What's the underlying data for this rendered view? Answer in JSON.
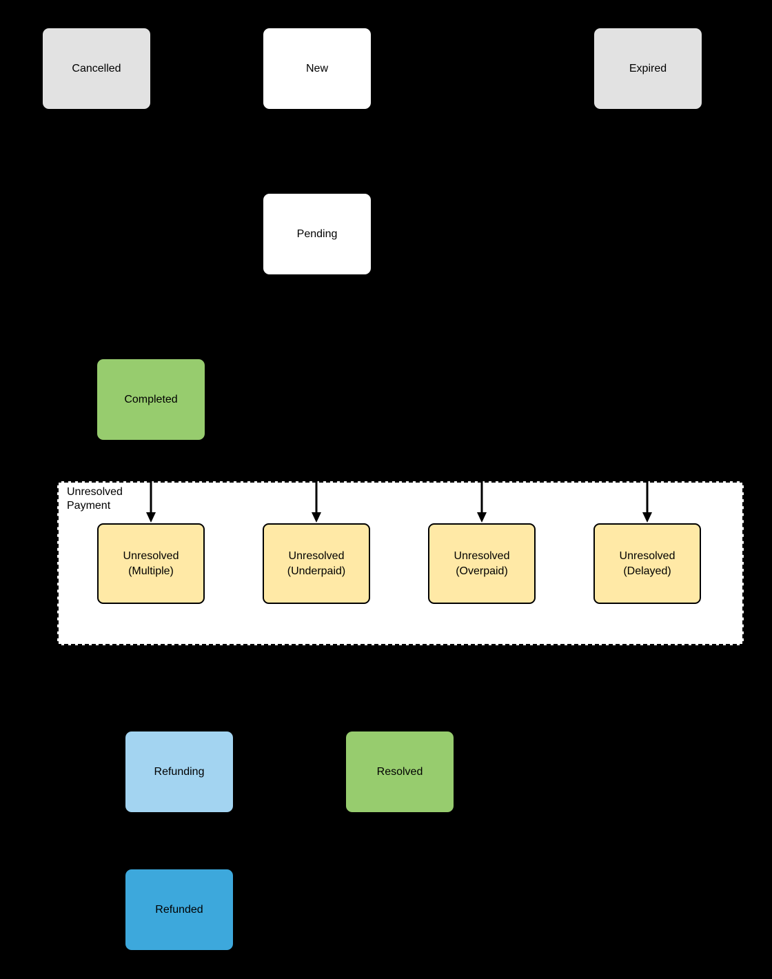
{
  "diagram": {
    "type": "state-flowchart",
    "background": "#000000",
    "nodes": {
      "cancelled": {
        "label": "Cancelled",
        "fill": "#E2E2E2"
      },
      "new": {
        "label": "New",
        "fill": "#FFFFFF"
      },
      "expired": {
        "label": "Expired",
        "fill": "#E2E2E2"
      },
      "pending": {
        "label": "Pending",
        "fill": "#FFFFFF"
      },
      "completed": {
        "label": "Completed",
        "fill": "#97CC6E"
      },
      "unresolved_multiple": {
        "line1": "Unresolved",
        "line2": "(Multiple)",
        "fill": "#FFE9A6"
      },
      "unresolved_underpaid": {
        "line1": "Unresolved",
        "line2": "(Underpaid)",
        "fill": "#FFE9A6"
      },
      "unresolved_overpaid": {
        "line1": "Unresolved",
        "line2": "(Overpaid)",
        "fill": "#FFE9A6"
      },
      "unresolved_delayed": {
        "line1": "Unresolved",
        "line2": "(Delayed)",
        "fill": "#FFE9A6"
      },
      "refunding": {
        "label": "Refunding",
        "fill": "#A3D4F1"
      },
      "resolved": {
        "label": "Resolved",
        "fill": "#97CC6E"
      },
      "refunded": {
        "label": "Refunded",
        "fill": "#3DA8DC"
      }
    },
    "group_container": {
      "label_line1": "Unresolved",
      "label_line2": "Payment",
      "fill": "#FFFFFF",
      "border_style": "dashed",
      "border_color": "#000000"
    },
    "arrows": {
      "count": 4,
      "color": "#000000",
      "direction": "down",
      "targets": [
        "unresolved_multiple",
        "unresolved_underpaid",
        "unresolved_overpaid",
        "unresolved_delayed"
      ]
    },
    "colors": {
      "background": "#000000",
      "grey": "#E2E2E2",
      "white": "#FFFFFF",
      "green": "#97CC6E",
      "yellow": "#FFE9A6",
      "light_blue": "#A3D4F1",
      "blue": "#3DA8DC",
      "text": "#000000",
      "node_border": "#000000"
    }
  }
}
